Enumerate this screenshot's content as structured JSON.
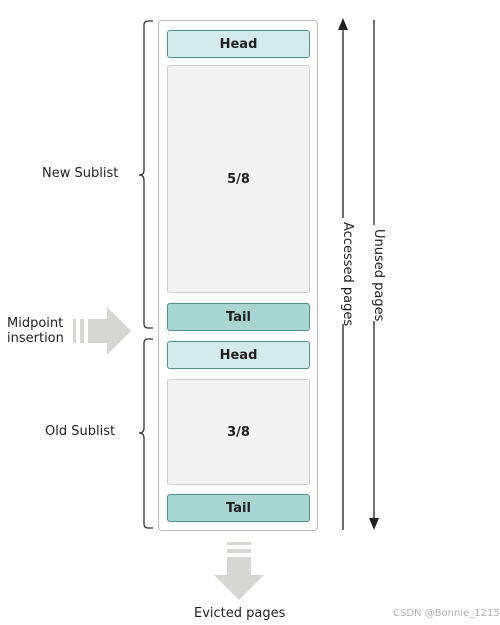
{
  "new_sublist": {
    "label": "New Sublist",
    "head_label": "Head",
    "fraction": "5/8",
    "tail_label": "Tail"
  },
  "old_sublist": {
    "label": "Old Sublist",
    "head_label": "Head",
    "fraction": "3/8",
    "tail_label": "Tail"
  },
  "midpoint": {
    "line1": "Midpoint",
    "line2": "insertion"
  },
  "accessed_pages_label": "Accessed pages",
  "unused_pages_label": "Unused pages",
  "evicted_pages_label": "Evicted pages",
  "watermark": "CSDN @Bonnie_1215",
  "colors": {
    "head_fill": "#d3eceb",
    "tail_fill": "#a9d6d2",
    "block_fill": "#f3f3f3",
    "arrow_gray": "#d6d6d2"
  }
}
